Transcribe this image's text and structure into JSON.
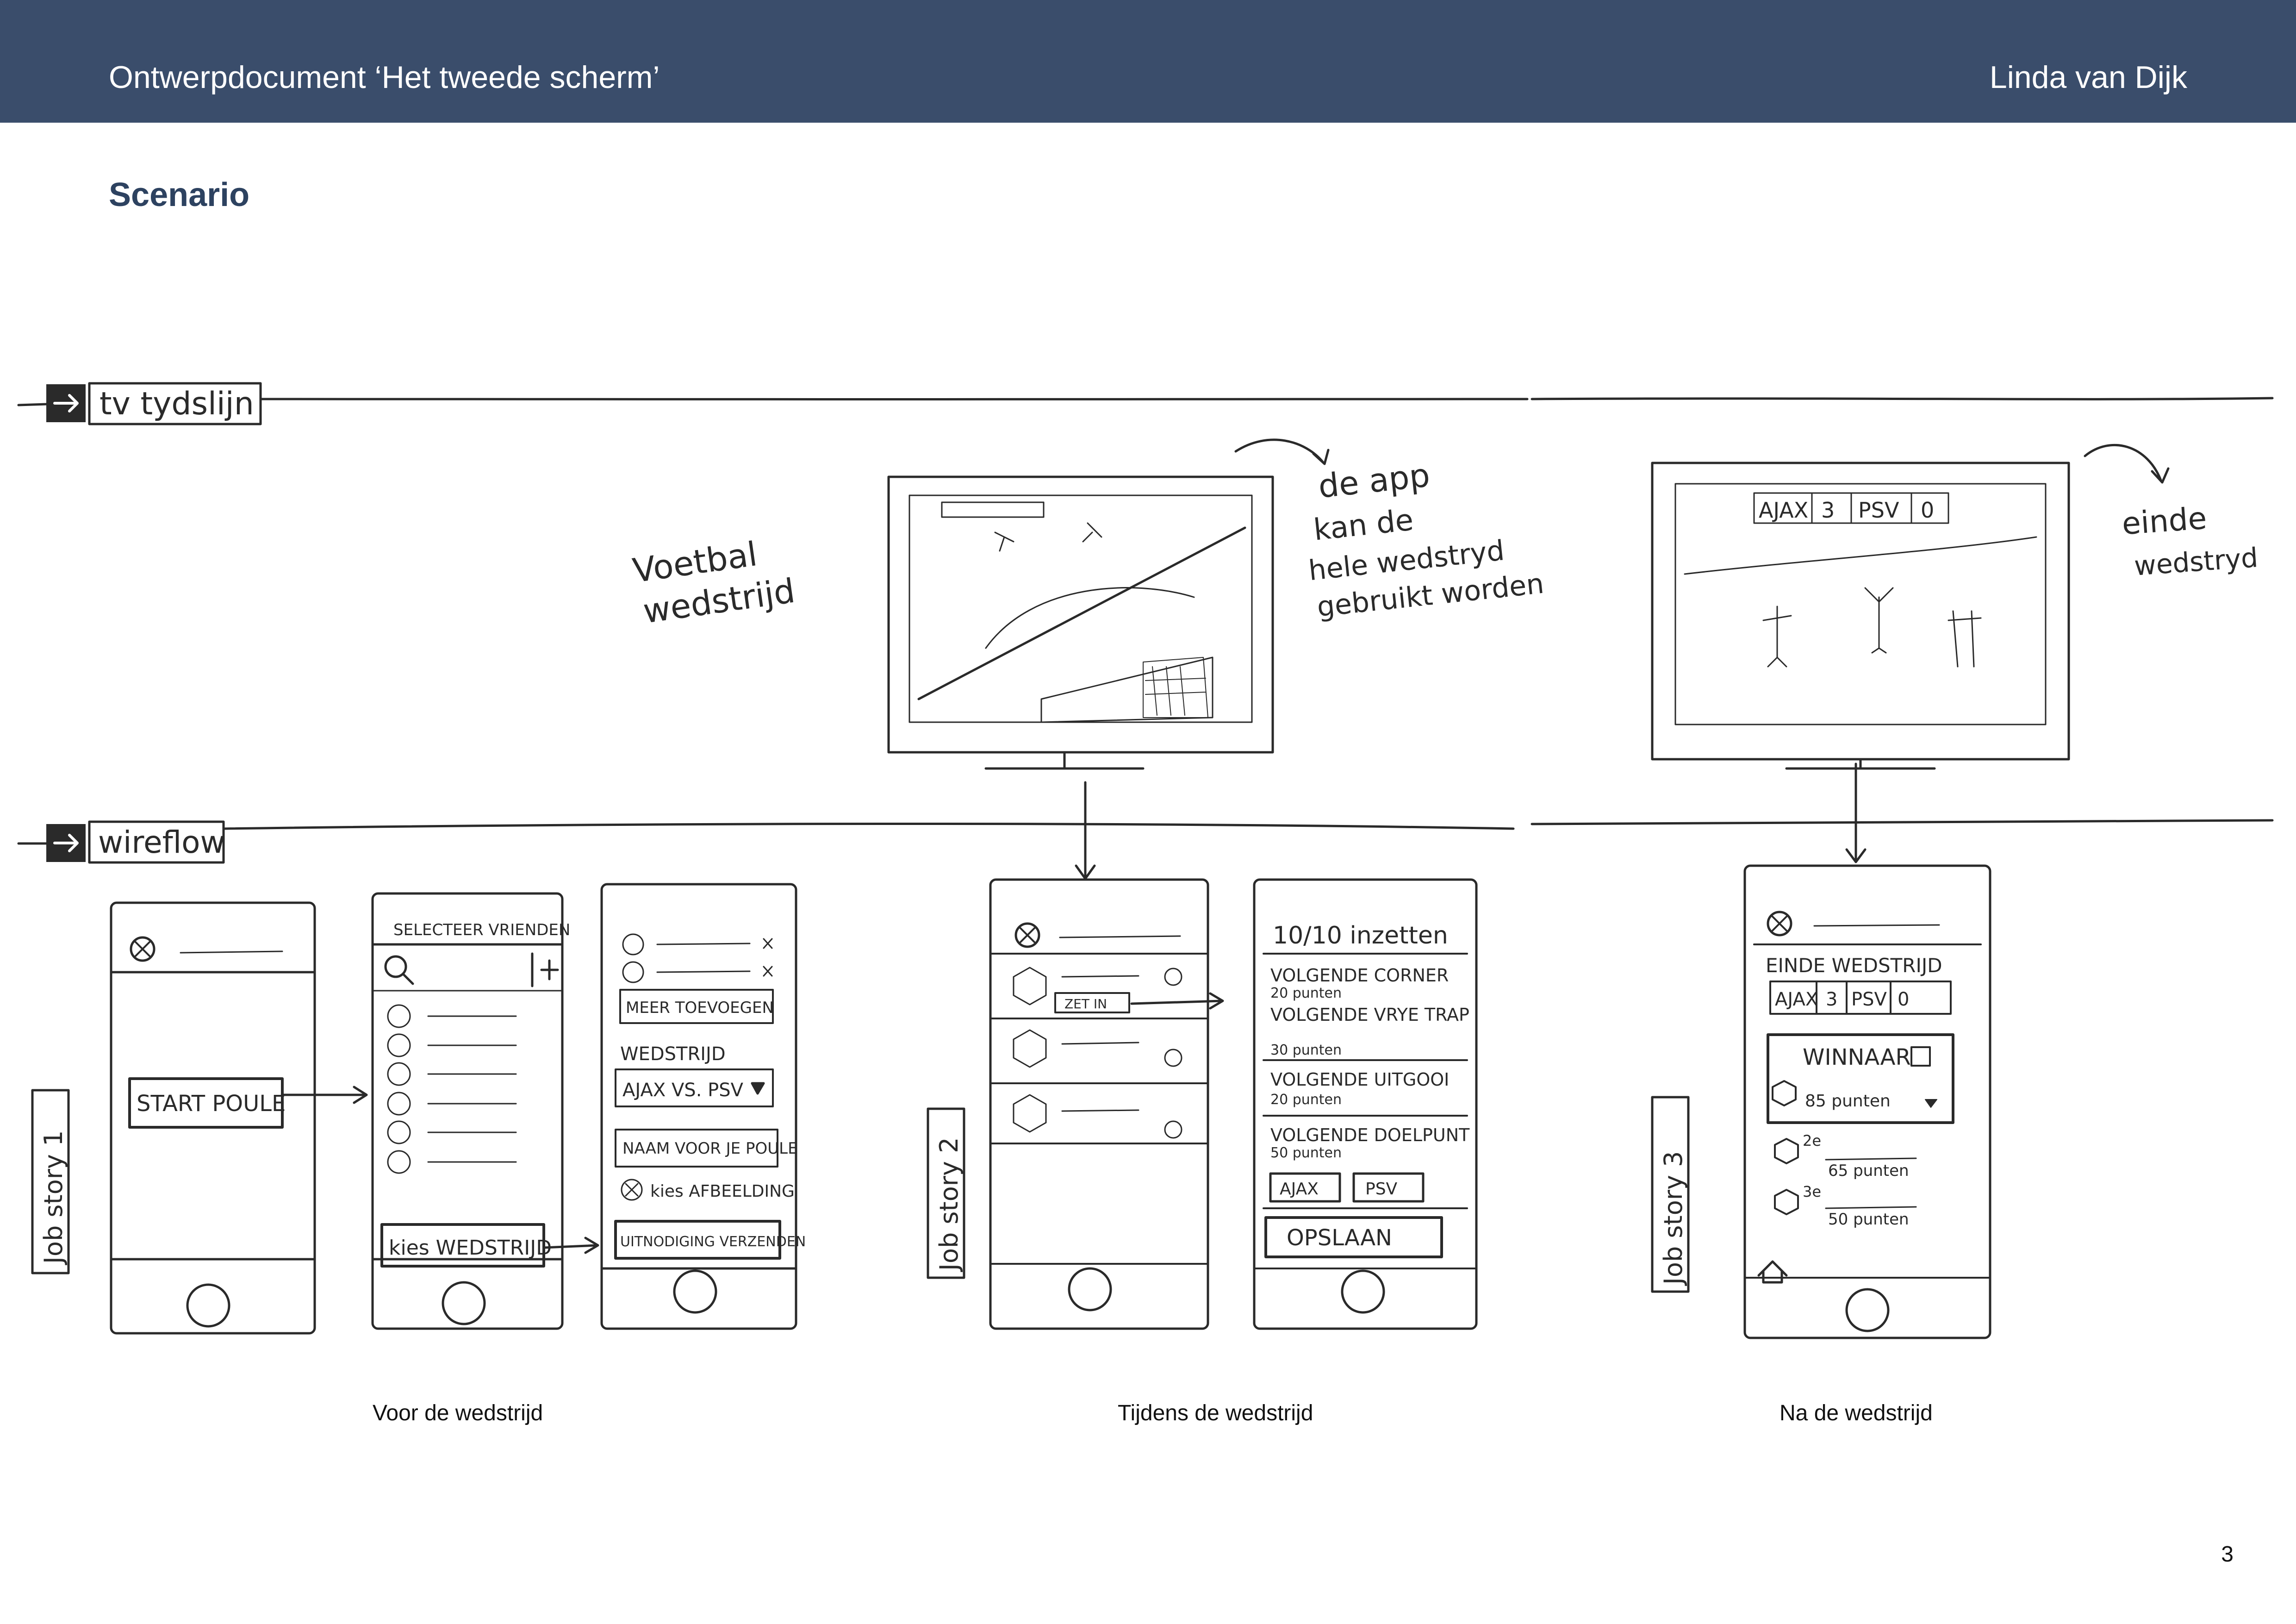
{
  "header": {
    "document_title": "Ontwerpdocument ‘Het tweede scherm’",
    "author": "Linda van Dijk"
  },
  "section_title": "Scenario",
  "timelines": {
    "tv_label": "tv tydslijn",
    "wireflow_label": "wireflow"
  },
  "tv_annotations": {
    "voetbal": [
      "Voetbal",
      "wedstrijd"
    ],
    "app_note": [
      "de app",
      "kan de",
      "hele wedstryd",
      "gebruikt worden"
    ],
    "einde_note": [
      "einde",
      "wedstryd"
    ],
    "tv2_score": [
      "AJAX",
      "3",
      "PSV",
      "0"
    ]
  },
  "job_stories": [
    "Job story 1",
    "Job story 2",
    "Job story 3"
  ],
  "phones": {
    "p1": {
      "button": "START POULE"
    },
    "p2": {
      "title": "SELECTEER VRIENDEN",
      "button": "kies WEDSTRIJD"
    },
    "p3": {
      "more_button": "MEER TOEVOEGEN",
      "match_label": "WEDSTRIJD",
      "match_select": "AJAX VS. PSV",
      "name_field": "NAAM VOOR JE POULE",
      "image_option": "kies AFBEELDING",
      "send_button": "UITNODIGING VERZENDEN"
    },
    "p4": {
      "bet_button": "ZET IN"
    },
    "p5": {
      "title": "10/10 inzetten",
      "items": [
        {
          "label": "VOLGENDE CORNER",
          "points": "20 punten"
        },
        {
          "label": "VOLGENDE VRYE TRAP",
          "points": "30 punten"
        },
        {
          "label": "VOLGENDE UITGOOI",
          "points": "20 punten"
        },
        {
          "label": "VOLGENDE DOELPUNT",
          "points": "50 punten"
        }
      ],
      "team_a": "AJAX",
      "team_b": "PSV",
      "save_button": "OPSLAAN"
    },
    "p6": {
      "title": "EINDE WEDSTRIJD",
      "score": [
        "AJAX",
        "3",
        "PSV",
        "0"
      ],
      "winner_label": "WINNAAR",
      "winner_points": "85 punten",
      "second_place": "2e",
      "second_points": "65 punten",
      "third_place": "3e",
      "third_points": "50 punten"
    }
  },
  "captions": {
    "before": "Voor de wedstrijd",
    "during": "Tijdens de wedstrijd",
    "after": "Na de wedstrijd"
  },
  "page_number": "3"
}
